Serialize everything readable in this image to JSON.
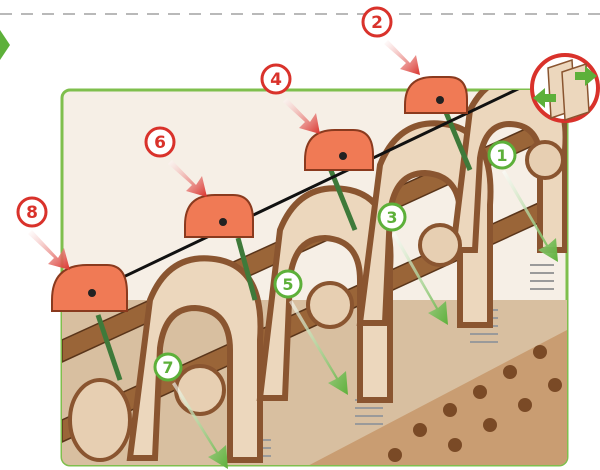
{
  "callouts": {
    "red": [
      {
        "n": "2"
      },
      {
        "n": "4"
      },
      {
        "n": "6"
      },
      {
        "n": "8"
      }
    ],
    "green": [
      {
        "n": "1"
      },
      {
        "n": "3"
      },
      {
        "n": "5"
      },
      {
        "n": "7"
      }
    ]
  },
  "colors": {
    "red": "#d9322b",
    "green": "#5db03a",
    "frame": "#7fbf4d",
    "plywood": "#e8d2b8",
    "plywood_dark": "#8a5530",
    "cap": "#f07a55",
    "dash": "#b9b9b9"
  },
  "icons": [
    "rotate-arrows-icon"
  ]
}
